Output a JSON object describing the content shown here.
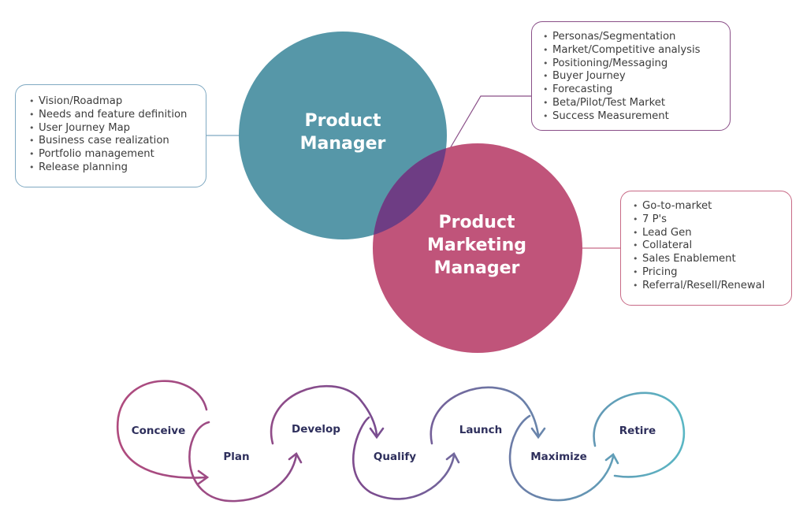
{
  "circles": {
    "product_manager": {
      "line1": "Product",
      "line2": "Manager",
      "color": "#5697a8"
    },
    "product_marketing_manager": {
      "line1": "Product",
      "line2": "Marketing",
      "line3": "Manager",
      "color": "#c0547a"
    },
    "overlap_color": "#6e3d84"
  },
  "pm_box": {
    "items": [
      "Vision/Roadmap",
      "Needs and feature definition",
      "User Journey Map",
      "Business case realization",
      "Portfolio management",
      "Release planning"
    ]
  },
  "pmm_top_box": {
    "items": [
      "Personas/Segmentation",
      "Market/Competitive analysis",
      "Positioning/Messaging",
      "Buyer Journey",
      "Forecasting",
      "Beta/Pilot/Test Market",
      "Success Measurement"
    ]
  },
  "pmm_right_box": {
    "items": [
      "Go-to-market",
      "7 P's",
      "Lead Gen",
      "Collateral",
      "Sales Enablement",
      "Pricing",
      "Referral/Resell/Renewal"
    ]
  },
  "lifecycle": {
    "stages": [
      "Conceive",
      "Plan",
      "Develop",
      "Qualify",
      "Launch",
      "Maximize",
      "Retire"
    ],
    "gradient_start": "#b04b7e",
    "gradient_mid": "#7a4c8f",
    "gradient_end": "#5ab7c4"
  }
}
